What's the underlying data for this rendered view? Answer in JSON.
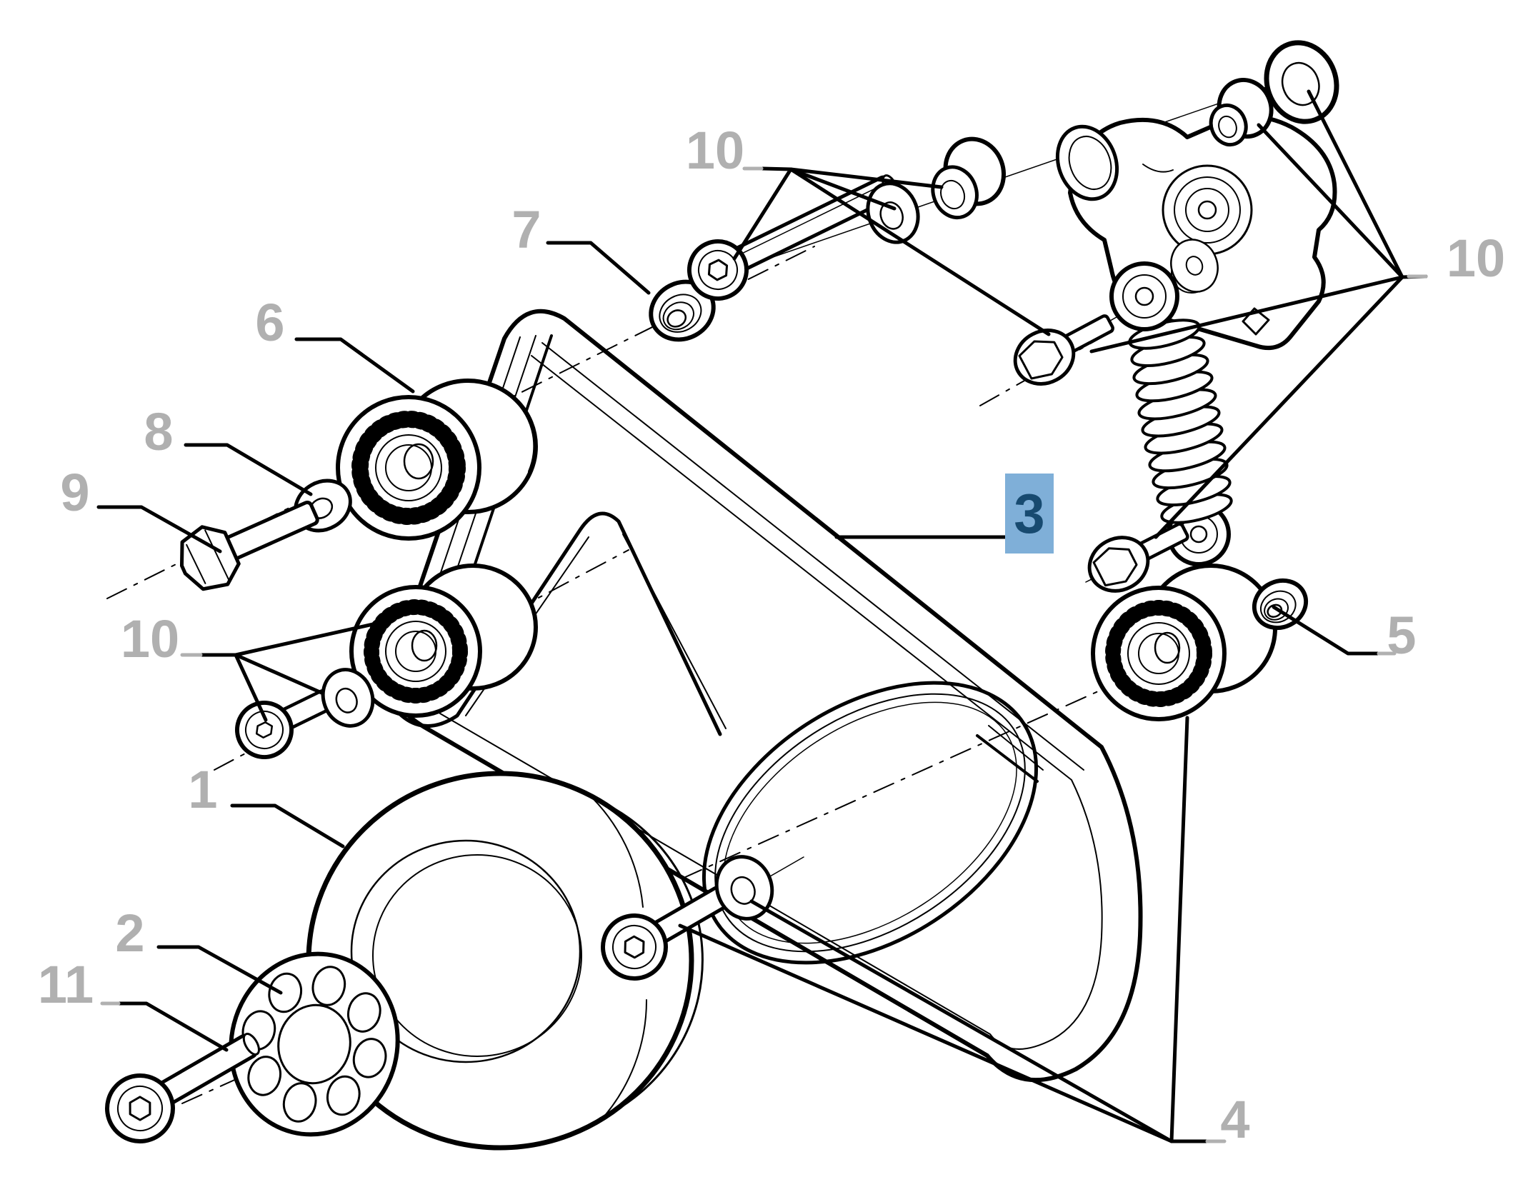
{
  "diagram": {
    "type": "exploded-parts-diagram",
    "background": "#ffffff",
    "line_color": "#000000",
    "label_color": "#b0b0b0",
    "highlight": {
      "background": "#7fafd8",
      "text": "#174a70"
    },
    "callouts": [
      {
        "id": "1",
        "label": "1",
        "highlighted": false
      },
      {
        "id": "2",
        "label": "2",
        "highlighted": false
      },
      {
        "id": "3",
        "label": "3",
        "highlighted": true
      },
      {
        "id": "4",
        "label": "4",
        "highlighted": false
      },
      {
        "id": "5",
        "label": "5",
        "highlighted": false
      },
      {
        "id": "6",
        "label": "6",
        "highlighted": false
      },
      {
        "id": "7",
        "label": "7",
        "highlighted": false
      },
      {
        "id": "8",
        "label": "8",
        "highlighted": false
      },
      {
        "id": "9",
        "label": "9",
        "highlighted": false
      },
      {
        "id": "10-top",
        "label": "10",
        "highlighted": false
      },
      {
        "id": "10-left",
        "label": "10",
        "highlighted": false
      },
      {
        "id": "10-right",
        "label": "10",
        "highlighted": false
      },
      {
        "id": "11",
        "label": "11",
        "highlighted": false
      }
    ]
  }
}
